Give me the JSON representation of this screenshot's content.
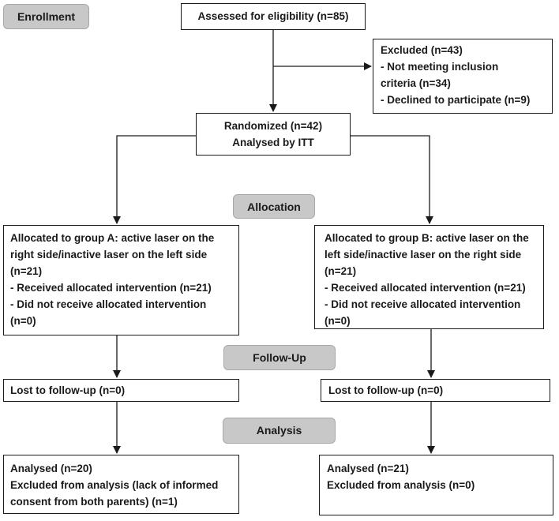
{
  "stages": {
    "enrollment": "Enrollment",
    "allocation": "Allocation",
    "followup": "Follow-Up",
    "analysis": "Analysis"
  },
  "boxes": {
    "assessed": [
      "Assessed for eligibility (n=85)"
    ],
    "excluded": [
      "Excluded (n=43)",
      "- Not meeting inclusion",
      "criteria (n=34)",
      "- Declined to participate (n=9)"
    ],
    "randomized": [
      "Randomized (n=42)",
      "Analysed by ITT"
    ],
    "group_a_allocation": [
      "Allocated to group A: active laser on the",
      "right side/inactive laser on the left side",
      "(n=21)",
      "- Received allocated intervention (n=21)",
      "- Did not receive allocated intervention",
      "(n=0)"
    ],
    "group_b_allocation": [
      "Allocated to group B: active laser on the",
      "left side/inactive laser on the right side",
      "(n=21)",
      "- Received allocated intervention (n=21)",
      "- Did not receive allocated intervention",
      "(n=0)"
    ],
    "group_a_followup": [
      "Lost to follow-up (n=0)"
    ],
    "group_b_followup": [
      "Lost to follow-up (n=0)"
    ],
    "group_a_analysis": [
      "Analysed (n=20)",
      "Excluded from analysis (lack of informed",
      "consent from both parents) (n=1)"
    ],
    "group_b_analysis": [
      "Analysed (n=21)",
      "Excluded from analysis (n=0)"
    ]
  },
  "colors": {
    "stage_fill": "#c8c8c8",
    "line": "#1a1a1a"
  }
}
